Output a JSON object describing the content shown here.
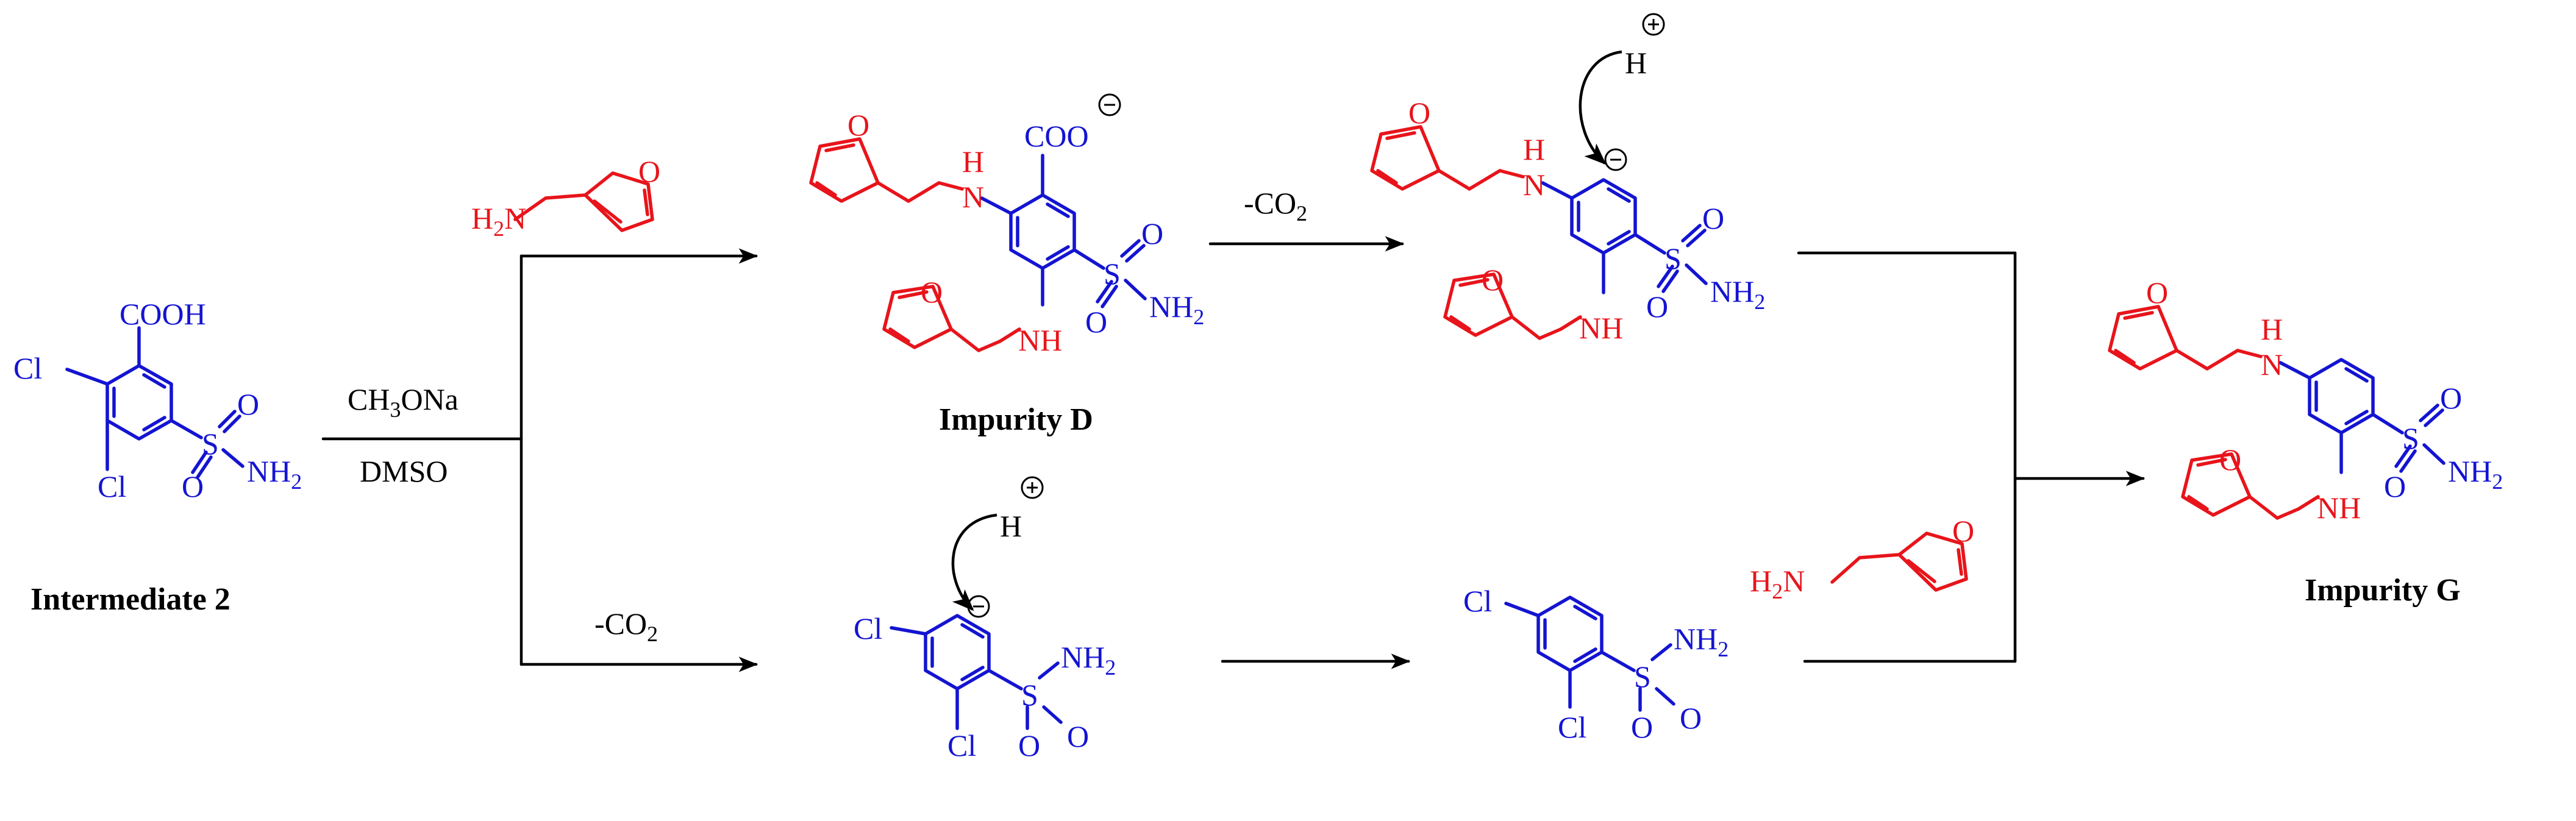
{
  "compounds": {
    "intermediate2": "Intermediate 2",
    "impurityD": "Impurity D",
    "impurityG": "Impurity G"
  },
  "reagents": {
    "base_pre": "CH",
    "base_sub": "3",
    "base_post": "ONa",
    "solvent": "DMSO",
    "decarb_pre": "-CO",
    "decarb_sub": "2"
  },
  "atoms": {
    "cl": "Cl",
    "cooh": "COOH",
    "coo": "COO",
    "s": "S",
    "o": "O",
    "n": "N",
    "h": "H",
    "nh": "NH",
    "nh2_n": "NH",
    "nh2_sub": "2",
    "h2n_h": "H",
    "h2n_sub": "2",
    "h2n_n": "N",
    "minus": "−",
    "plus": "+"
  },
  "colors": {
    "furfurylamine_part": "#e8141b",
    "sulfonamide_core": "#1414d2",
    "arrows": "#000000"
  },
  "icons": [
    "negative-charge-icon",
    "positive-charge-icon",
    "curved-electron-arrow-icon",
    "reaction-arrow-icon"
  ]
}
